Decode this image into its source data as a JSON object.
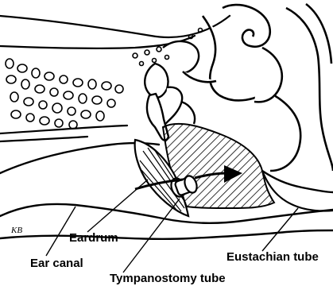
{
  "labels": {
    "eardrum": "Eardrum",
    "ear_canal": "Ear canal",
    "eustachian_tube": "Eustachian tube",
    "tympanostomy_tube": "Tympanostomy tube"
  },
  "signature": "KB",
  "colors": {
    "ink": "#000000",
    "paper": "#ffffff"
  }
}
